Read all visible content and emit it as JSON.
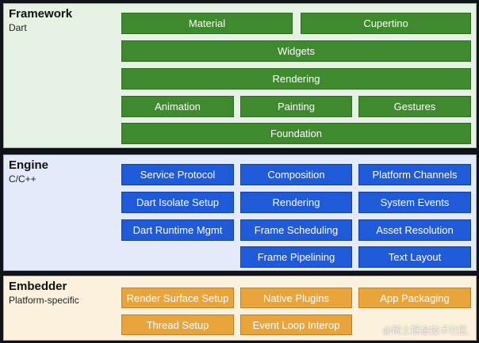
{
  "colors": {
    "background": "#10131a",
    "framework_bg": "#e6f2e4",
    "engine_bg": "#e3ebfa",
    "embedder_bg": "#fbf1dc",
    "framework_box": "#3f8a2e",
    "framework_box_border": "#2d6e1f",
    "engine_box": "#1f5ad8",
    "engine_box_border": "#123fa8",
    "embedder_box": "#e9a53c",
    "embedder_box_border": "#c07f1e",
    "box_text_light": "#ffffff",
    "box_text_dark": "#ffffff"
  },
  "layers": {
    "framework": {
      "title": "Framework",
      "subtitle": "Dart",
      "rows": [
        [
          "Material",
          "Cupertino"
        ],
        [
          "Widgets"
        ],
        [
          "Rendering"
        ],
        [
          "Animation",
          "Painting",
          "Gestures"
        ],
        [
          "Foundation"
        ]
      ]
    },
    "engine": {
      "title": "Engine",
      "subtitle": "C/C++",
      "rows": [
        [
          "Service Protocol",
          "Composition",
          "Platform Channels"
        ],
        [
          "Dart Isolate Setup",
          "Rendering",
          "System Events"
        ],
        [
          "Dart Runtime Mgmt",
          "Frame Scheduling",
          "Asset Resolution"
        ],
        [
          "",
          "Frame Pipelining",
          "Text Layout"
        ]
      ]
    },
    "embedder": {
      "title": "Embedder",
      "subtitle": "Platform-specific",
      "rows": [
        [
          "Render Surface Setup",
          "Native Plugins",
          "App Packaging"
        ],
        [
          "Thread Setup",
          "Event Loop Interop",
          ""
        ]
      ]
    }
  },
  "watermark": "@稀土掘金技术社区"
}
